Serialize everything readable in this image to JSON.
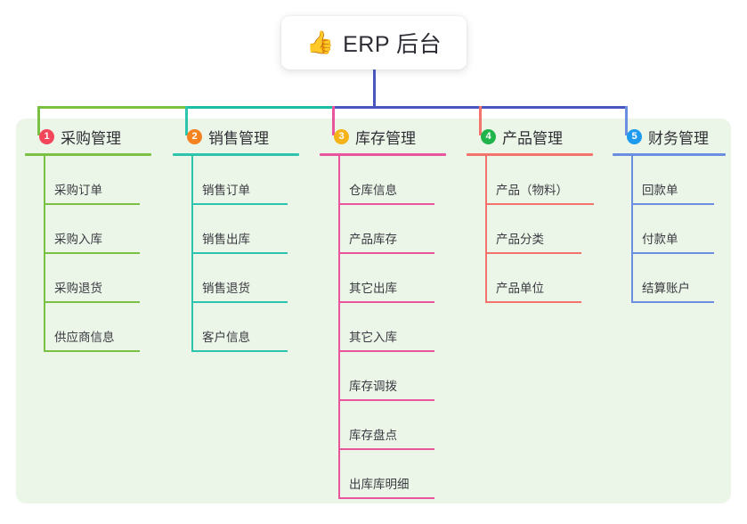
{
  "title": {
    "icon": "thumbs-up-icon",
    "emoji": "👍",
    "text": "ERP 后台"
  },
  "theme": {
    "panel_bg": "#ecf6e8",
    "card_bg": "#ffffff",
    "text": "#2f2f36",
    "trunk_blue": "#4a56c0"
  },
  "connector": {
    "segments": [
      {
        "name": "segment-green",
        "color": "#7ac143"
      },
      {
        "name": "segment-teal",
        "color": "#18bfa5"
      },
      {
        "name": "segment-blue",
        "color": "#4a56c0"
      }
    ]
  },
  "columns": [
    {
      "index": "1",
      "title": "采购管理",
      "badge_color": "#f4465a",
      "line_color": "#7ac143",
      "items": [
        "采购订单",
        "采购入库",
        "采购退货",
        "供应商信息"
      ]
    },
    {
      "index": "2",
      "title": "销售管理",
      "badge_color": "#f58220",
      "line_color": "#2cc4ad",
      "items": [
        "销售订单",
        "销售出库",
        "销售退货",
        "客户信息"
      ]
    },
    {
      "index": "3",
      "title": "库存管理",
      "badge_color": "#f5b317",
      "line_color": "#e8559c",
      "items": [
        "仓库信息",
        "产品库存",
        "其它出库",
        "其它入库",
        "库存调拨",
        "库存盘点",
        "出库库明细"
      ]
    },
    {
      "index": "4",
      "title": "产品管理",
      "badge_color": "#21b44b",
      "line_color": "#f4736c",
      "items": [
        "产品（物料）",
        "产品分类",
        "产品单位"
      ]
    },
    {
      "index": "5",
      "title": "财务管理",
      "badge_color": "#1e9bef",
      "line_color": "#6b8fe0",
      "items": [
        "回款单",
        "付款单",
        "结算账户"
      ]
    }
  ]
}
